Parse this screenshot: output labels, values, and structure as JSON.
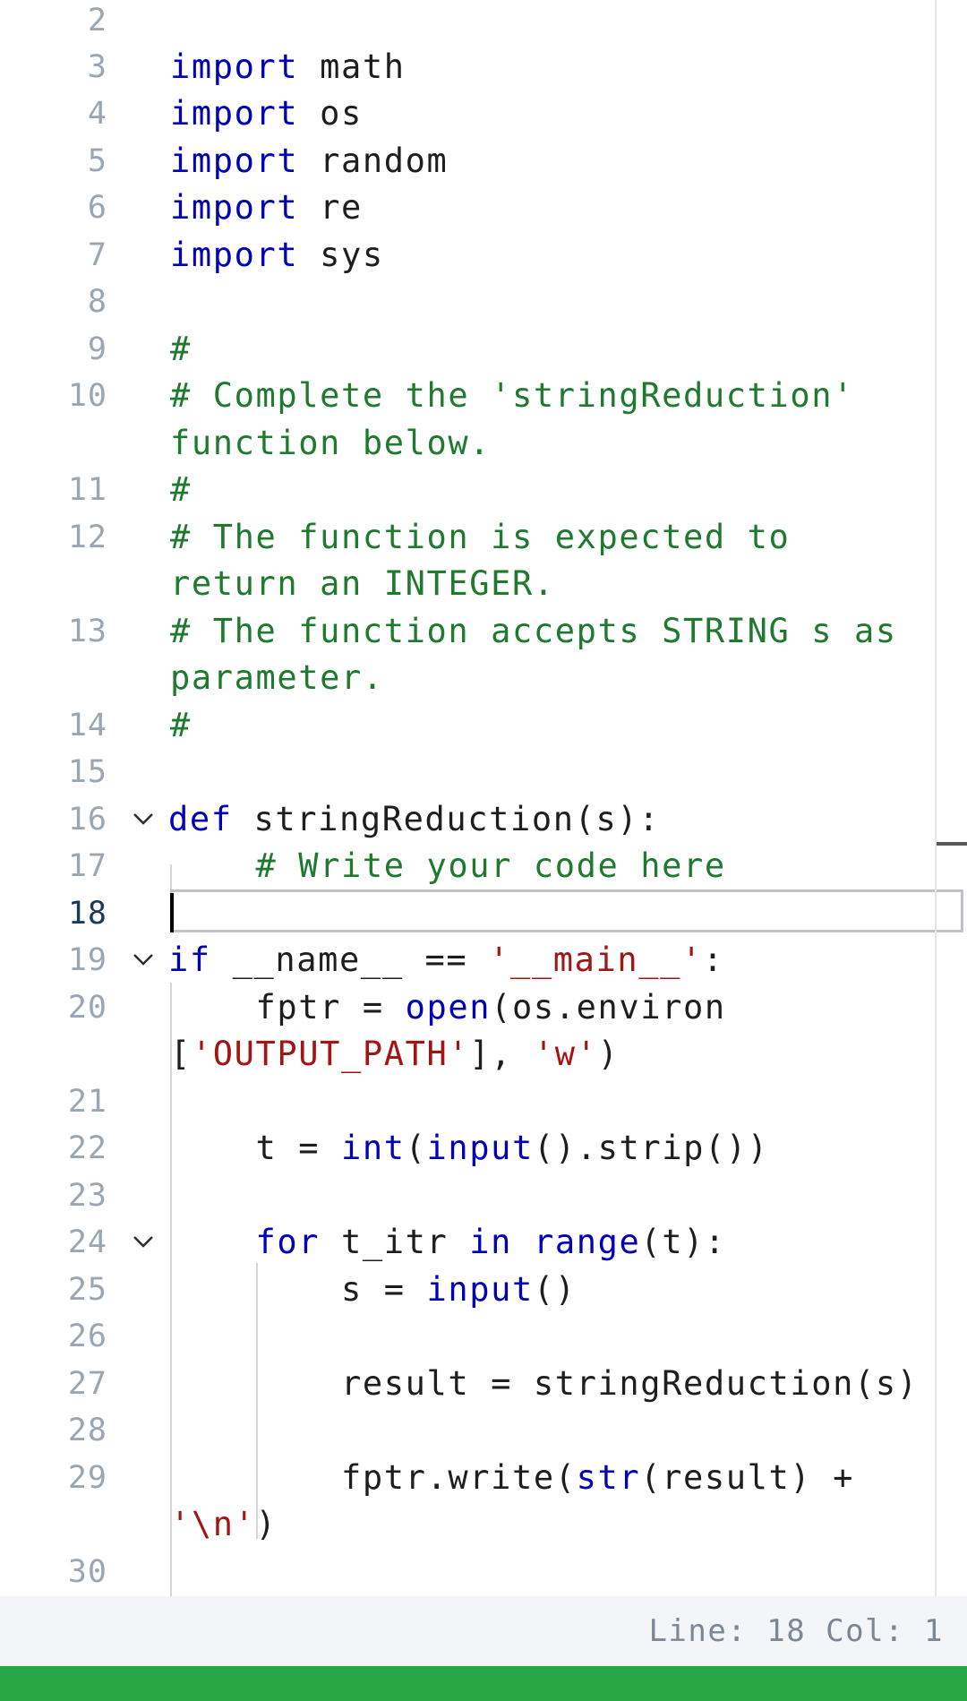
{
  "editor": {
    "lines": [
      {
        "num": "2",
        "text": ""
      },
      {
        "num": "3",
        "kw": "import",
        "rest": " math"
      },
      {
        "num": "4",
        "kw": "import",
        "rest": " os"
      },
      {
        "num": "5",
        "kw": "import",
        "rest": " random"
      },
      {
        "num": "6",
        "kw": "import",
        "rest": " re"
      },
      {
        "num": "7",
        "kw": "import",
        "rest": " sys"
      },
      {
        "num": "8",
        "text": ""
      },
      {
        "num": "9",
        "comment": "#"
      },
      {
        "num": "10",
        "comment": "# Complete the 'stringReduction'",
        "comment_wrap": "function below."
      },
      {
        "num": "11",
        "comment": "#"
      },
      {
        "num": "12",
        "comment": "# The function is expected to",
        "comment_wrap": "return an INTEGER."
      },
      {
        "num": "13",
        "comment": "# The function accepts STRING s as",
        "comment_wrap": "parameter."
      },
      {
        "num": "14",
        "comment": "#"
      },
      {
        "num": "15",
        "text": ""
      },
      {
        "num": "16",
        "kw": "def",
        "rest": " stringReduction(s):"
      },
      {
        "num": "17",
        "comment": "    # Write your code here"
      },
      {
        "num": "18",
        "text": ""
      },
      {
        "num": "19",
        "kw": "if",
        "rest": " __name__ == ",
        "str": "'__main__'",
        "tail": ":"
      },
      {
        "num": "20",
        "pre": "    fptr = ",
        "fn": "open",
        "rest": "(os.environ",
        "wrap_pre": "[",
        "wrap_str1": "'OUTPUT_PATH'",
        "wrap_mid": "], ",
        "wrap_str2": "'w'",
        "wrap_tail": ")"
      },
      {
        "num": "21",
        "text": ""
      },
      {
        "num": "22",
        "pre": "    t = ",
        "fn": "int",
        "mid": "(",
        "fn2": "input",
        "rest": "().strip())"
      },
      {
        "num": "23",
        "text": ""
      },
      {
        "num": "24",
        "pre": "    ",
        "kw": "for",
        "mid": " t_itr ",
        "kw2": "in",
        "mid2": " ",
        "fn": "range",
        "rest": "(t):"
      },
      {
        "num": "25",
        "pre": "        s = ",
        "fn": "input",
        "rest": "()"
      },
      {
        "num": "26",
        "text": ""
      },
      {
        "num": "27",
        "text": "        result = stringReduction(s)"
      },
      {
        "num": "28",
        "text": ""
      },
      {
        "num": "29",
        "pre": "        fptr.write(",
        "fn": "str",
        "rest": "(result) +",
        "wrap_str1": "'\\n'",
        "wrap_tail": ")"
      },
      {
        "num": "30",
        "text": ""
      }
    ]
  },
  "status": {
    "position": "Line: 18 Col: 1"
  },
  "colors": {
    "keyword": "#0000b8",
    "string": "#a31515",
    "comment": "#1f7a2f",
    "status_bar_accent": "#27a745"
  }
}
